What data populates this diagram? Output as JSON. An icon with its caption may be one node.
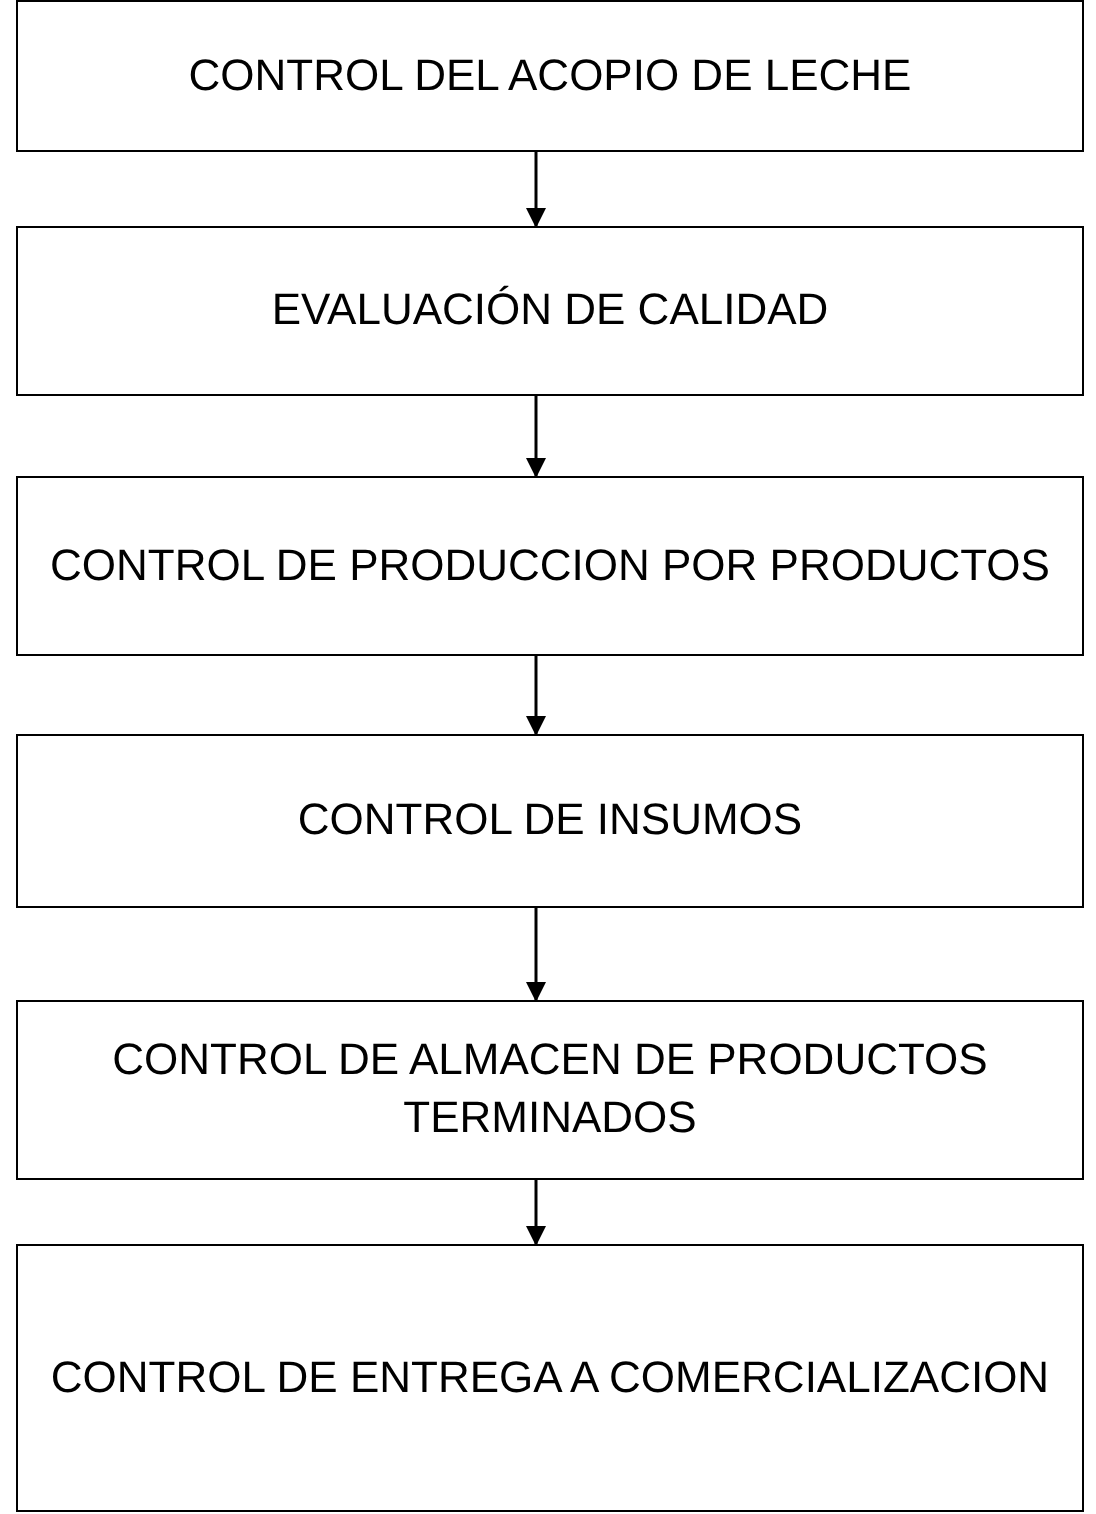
{
  "diagram": {
    "nodes": [
      {
        "text": [
          "CONTROL DEL ACOPIO DE LECHE"
        ]
      },
      {
        "text": [
          "EVALUACIÓN DE CALIDAD"
        ]
      },
      {
        "text": [
          "CONTROL DE PRODUCCION POR PRODUCTOS"
        ]
      },
      {
        "text": [
          "CONTROL DE INSUMOS"
        ]
      },
      {
        "text": [
          "CONTROL DE ALMACEN DE PRODUCTOS TERMINADOS"
        ]
      },
      {
        "text": [
          "CONTROL DE ENTREGA A COMERCIALIZACION"
        ]
      }
    ],
    "edges": [
      {
        "from": 0,
        "to": 1,
        "arrow": "to"
      },
      {
        "from": 1,
        "to": 2,
        "arrow": "to"
      },
      {
        "from": 2,
        "to": 3,
        "arrow": "to"
      },
      {
        "from": 3,
        "to": 4,
        "arrow": "to"
      },
      {
        "from": 4,
        "to": 5,
        "arrow": "to"
      }
    ]
  }
}
